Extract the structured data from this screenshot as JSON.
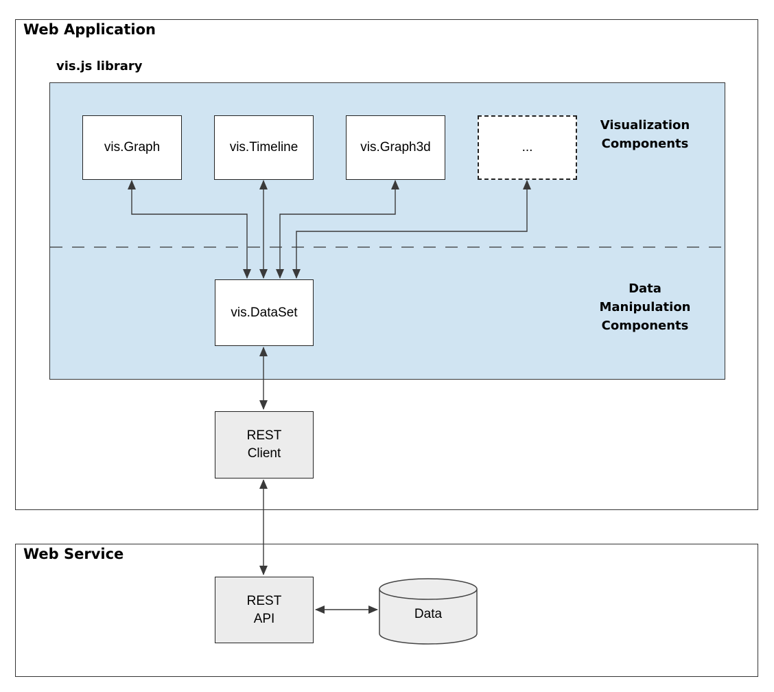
{
  "diagram": {
    "type": "architecture-diagram",
    "web_application": {
      "title": "Web Application"
    },
    "vis_library": {
      "title": "vis.js library"
    },
    "web_service": {
      "title": "Web Service"
    },
    "nodes": {
      "vis_graph": "vis.Graph",
      "vis_timeline": "vis.Timeline",
      "vis_graph3d": "vis.Graph3d",
      "ellipsis": "...",
      "vis_dataset": "vis.DataSet",
      "rest_client": "REST\nClient",
      "rest_api": "REST\nAPI",
      "data_store": "Data"
    },
    "zone_labels": {
      "visualization": "Visualization\nComponents",
      "data_manipulation": "Data\nManipulation\nComponents"
    },
    "colors": {
      "panel_blue": "#d0e4f2",
      "node_gray": "#ececec",
      "node_white": "#ffffff",
      "line": "#3a3a3a",
      "border": "#333333",
      "text": "#000000"
    },
    "connections": [
      "vis.Graph <-> vis.DataSet",
      "vis.Timeline <-> vis.DataSet",
      "vis.Graph3d <-> vis.DataSet",
      "... <-> vis.DataSet",
      "vis.DataSet <-> REST Client",
      "REST Client <-> REST API",
      "REST API <-> Data"
    ]
  }
}
